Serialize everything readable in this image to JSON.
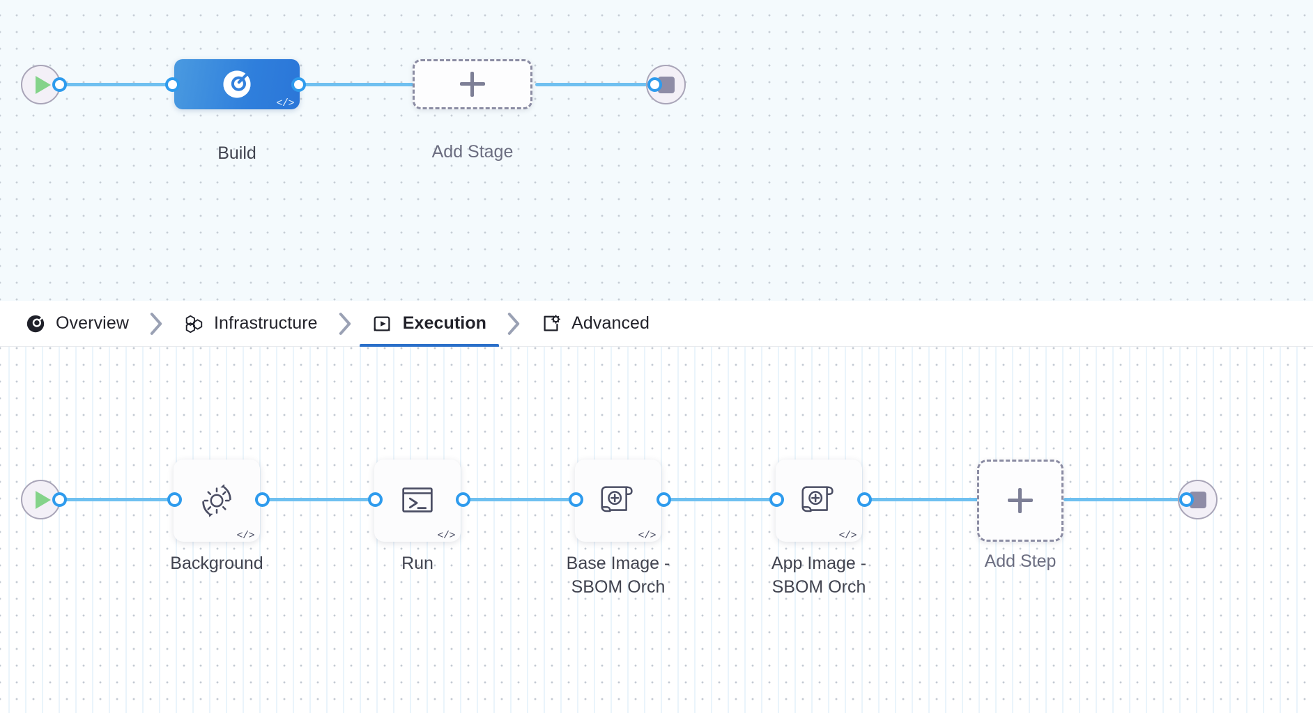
{
  "stage_graph": {
    "start_node": {
      "name": "pipeline-start",
      "icon": "play-icon"
    },
    "end_node": {
      "name": "pipeline-end",
      "icon": "stop-icon"
    },
    "nodes": [
      {
        "id": "build",
        "label": "Build",
        "icon": "harness-ci-icon",
        "badge": "</>",
        "type": "stage",
        "selected": true
      },
      {
        "id": "add-stage",
        "label": "Add Stage",
        "icon": "plus-icon",
        "type": "add"
      }
    ]
  },
  "tabs": {
    "items": [
      {
        "id": "overview",
        "label": "Overview",
        "icon": "overview-circle-icon",
        "active": false
      },
      {
        "id": "infrastructure",
        "label": "Infrastructure",
        "icon": "hexagon-cluster-icon",
        "active": false
      },
      {
        "id": "execution",
        "label": "Execution",
        "icon": "play-frame-icon",
        "active": true
      },
      {
        "id": "advanced",
        "label": "Advanced",
        "icon": "card-gear-icon",
        "active": false
      }
    ],
    "separator_icon": "chevron-right-icon",
    "active_tab": "Execution",
    "active_underline_color": "#2a6fc9"
  },
  "step_graph": {
    "start_node": {
      "name": "execution-start",
      "icon": "play-icon"
    },
    "end_node": {
      "name": "execution-end",
      "icon": "stop-icon"
    },
    "steps": [
      {
        "id": "background",
        "label": "Background",
        "icon": "gear-refresh-icon",
        "badge": "</>"
      },
      {
        "id": "run",
        "label": "Run",
        "icon": "terminal-icon",
        "badge": "</>"
      },
      {
        "id": "base-image-sbom",
        "label": "Base Image -\nSBOM Orch",
        "icon": "sbom-scroll-icon",
        "badge": "</>"
      },
      {
        "id": "app-image-sbom",
        "label": "App Image -\nSBOM Orch",
        "icon": "sbom-scroll-icon",
        "badge": "</>"
      },
      {
        "id": "add-step",
        "label": "Add Step",
        "icon": "plus-icon",
        "badge": ""
      }
    ]
  },
  "colors": {
    "edge": "#6fc0f0",
    "port_stroke": "#2e9bed",
    "stage_node_blue": "#2f7fdc",
    "accent_blue": "#2a6fc9",
    "start_triangle_green": "#84d38a",
    "stop_square_gray": "#8e8ca6",
    "stage_canvas_bg": "#f4fafd",
    "step_canvas_bg": "#ffffff"
  }
}
